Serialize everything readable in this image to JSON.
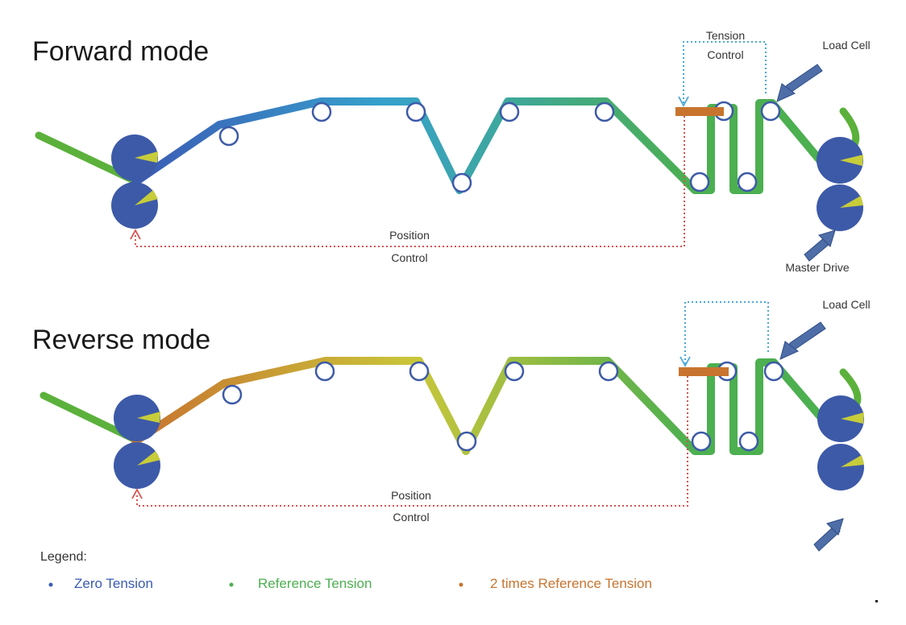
{
  "colors": {
    "zero": "#3b5bb5",
    "reference": "#4caf50",
    "double": "#c8742f",
    "roller": "#3d5aa8",
    "flag": "#c7cc3a",
    "control_line": "#d9534f",
    "tension_line": "#4aa8d8",
    "arrow": "#4f6ea8",
    "feed": "#5bb13b"
  },
  "forward": {
    "title": "Forward mode",
    "tension_label_1": "Tension",
    "tension_label_2": "Control",
    "load_cell": "Load Cell",
    "master_drive": "Master Drive",
    "position_label_1": "Position",
    "position_label_2": "Control",
    "gradient": [
      "#3b5bb5",
      "#36a2cc",
      "#4caf50"
    ]
  },
  "reverse": {
    "title": "Reverse mode",
    "load_cell": "Load Cell",
    "position_label_1": "Position",
    "position_label_2": "Control",
    "gradient": [
      "#c8742f",
      "#c9c63a",
      "#4caf50"
    ]
  },
  "legend": {
    "heading": "Legend:",
    "items": [
      {
        "label": "Zero Tension",
        "color": "#3b5bb5",
        "name": "zero-tension"
      },
      {
        "label": "Reference Tension",
        "color": "#4caf50",
        "name": "reference-tension"
      },
      {
        "label": "2 times Reference Tension",
        "color": "#c8742f",
        "name": "double-tension"
      }
    ]
  }
}
